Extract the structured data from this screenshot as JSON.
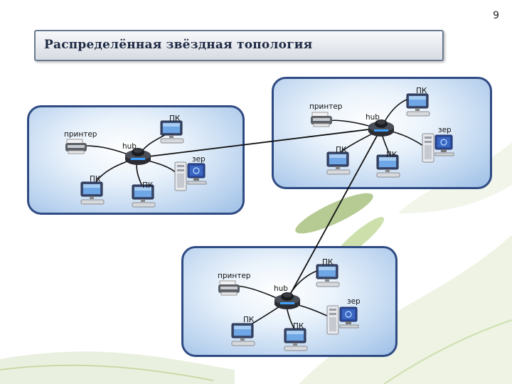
{
  "page_number": "9",
  "title": "Распределённая звёздная топология",
  "colors": {
    "network_border": "#2f4b83",
    "link": "#111111",
    "accent_leaves": "#7aa03c"
  },
  "labels": {
    "pc": "ПК",
    "printer": "принтер",
    "hub": "hub",
    "server_fragment": "зер"
  }
}
